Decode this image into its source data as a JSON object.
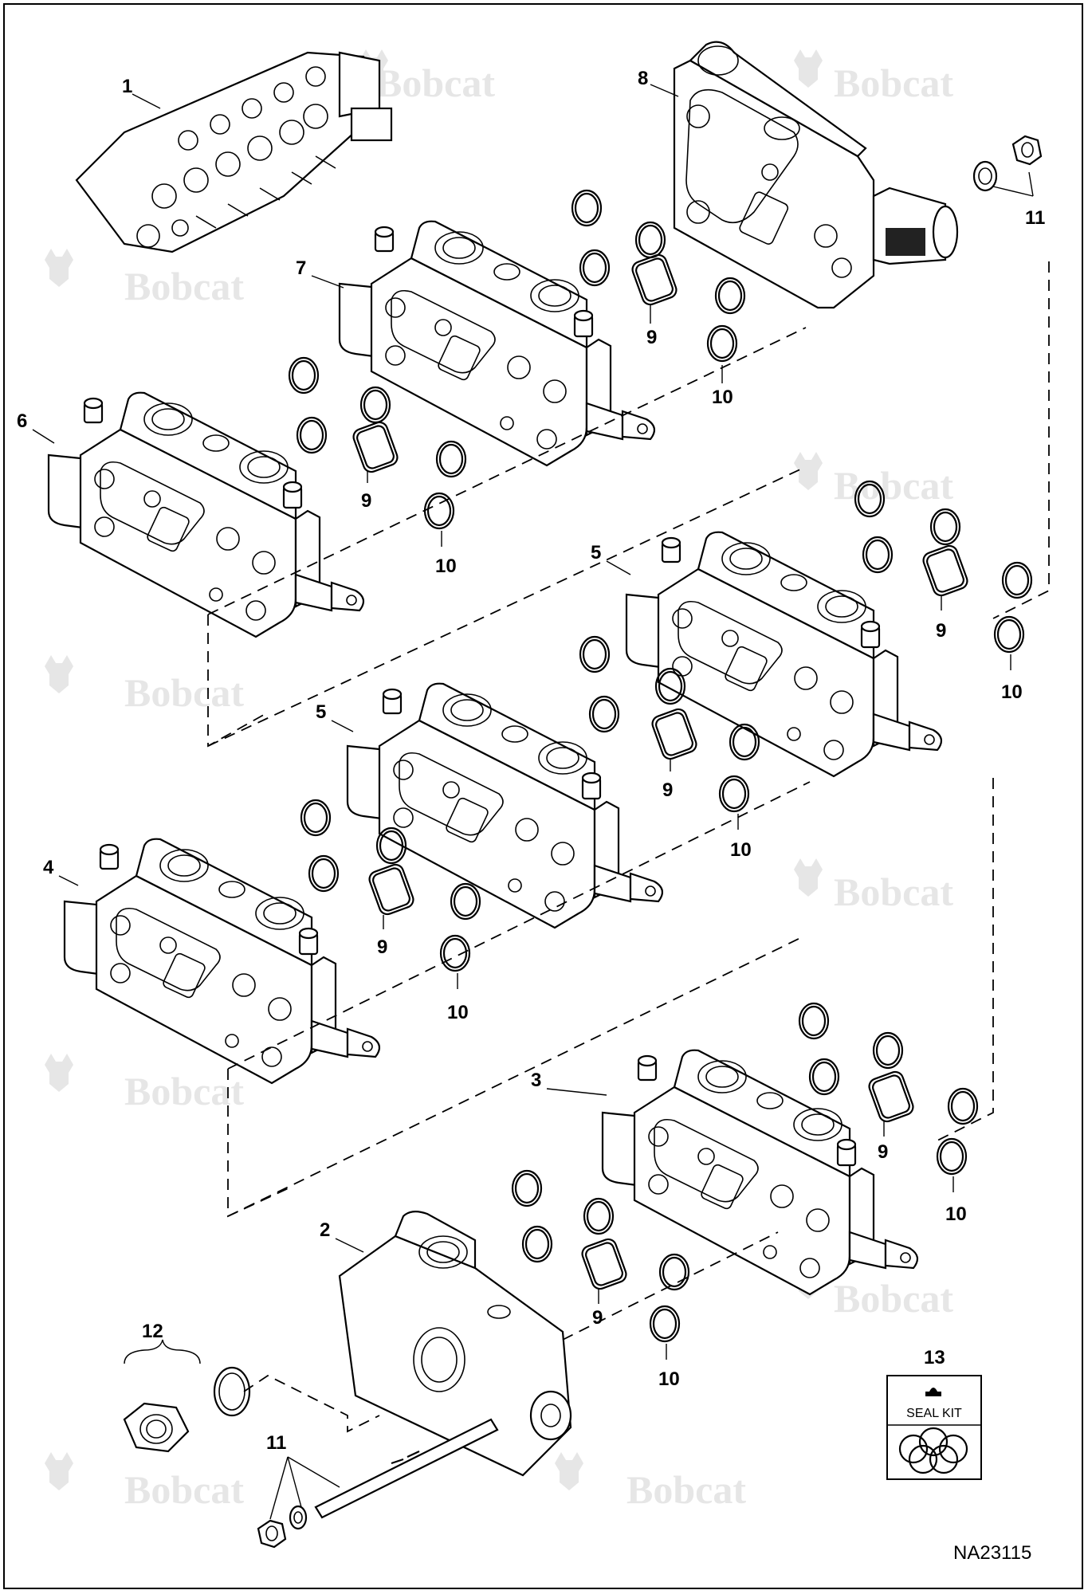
{
  "callouts": {
    "c1": "1",
    "c2": "2",
    "c3": "3",
    "c4": "4",
    "c5a": "5",
    "c5b": "5",
    "c6": "6",
    "c7": "7",
    "c8": "8",
    "c9a": "9",
    "c9b": "9",
    "c9c": "9",
    "c9d": "9",
    "c9e": "9",
    "c9f": "9",
    "c9g": "9",
    "c10a": "10",
    "c10b": "10",
    "c10c": "10",
    "c10d": "10",
    "c10e": "10",
    "c10f": "10",
    "c10g": "10",
    "c11a": "11",
    "c11b": "11",
    "c12": "12",
    "c13": "13"
  },
  "seal_kit_label": "SEAL KIT",
  "reference": "NA23115",
  "watermark": "Bobcat",
  "icons": [
    "bobcat-logo-icon",
    "seal-ring-icon",
    "o-ring-icon",
    "hex-nut-icon",
    "solenoid-icon"
  ]
}
